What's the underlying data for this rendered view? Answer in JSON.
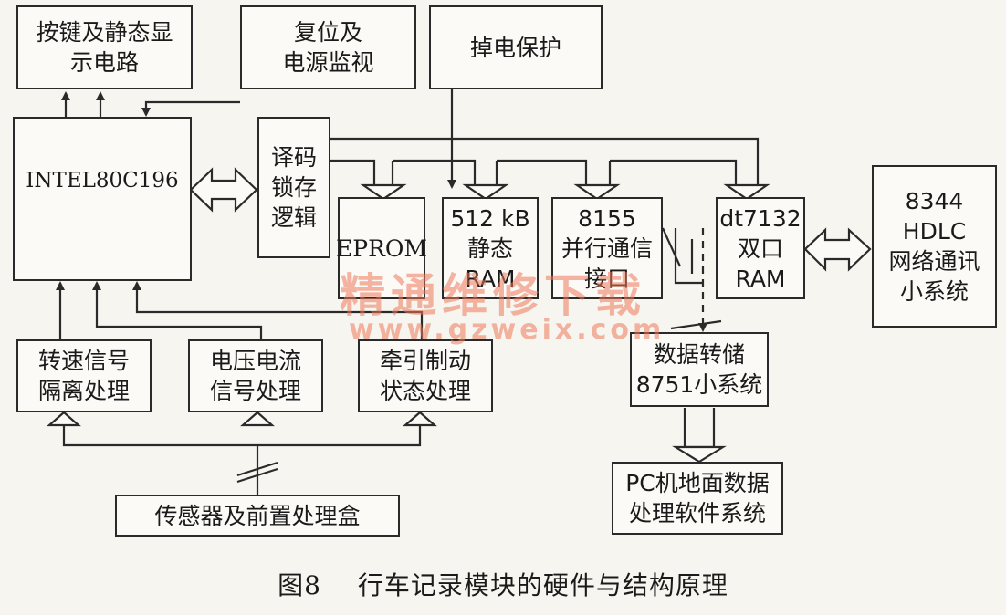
{
  "diagram": {
    "blocks": {
      "keypad_display": "按键及静态显\n示电路",
      "reset_monitor": "复位及\n电源监视",
      "power_protect": "掉电保护",
      "cpu": "INTEL80C196",
      "decode_latch": "译码\n锁存\n逻辑",
      "eprom": "EPROM",
      "sram": "512 kB\n静态\nRAM",
      "pio_8155": "8155\n并行通信\n接口",
      "dpram": "dt7132\n双口\nRAM",
      "hdlc": "8344\nHDLC\n网络通讯\n小系统",
      "speed_iso": "转速信号\n隔离处理",
      "vi_signal": "电压电流\n信号处理",
      "traction": "牵引制动\n状态处理",
      "data_store": "数据转储\n8751小系统",
      "pc_ground": "PC机地面数据\n处理软件系统",
      "sensor_box": "传感器及前置处理盒"
    },
    "caption": {
      "figure": "图8",
      "title": "行车记录模块的硬件与结构原理"
    },
    "watermark": {
      "text": "精通维修下载",
      "url": "www.gzweix.com"
    }
  }
}
